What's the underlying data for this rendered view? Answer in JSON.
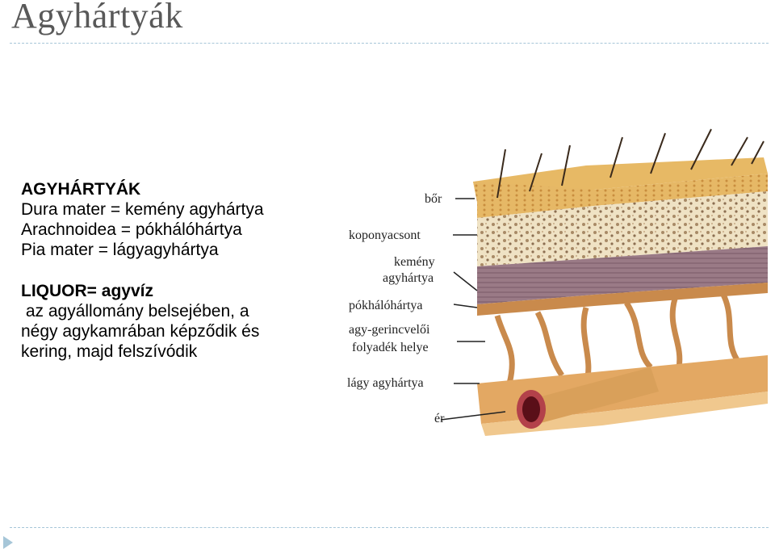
{
  "slide": {
    "title": "Agyhártyák"
  },
  "text": {
    "heading": "AGYHÁRTYÁK",
    "lines": [
      "Dura mater = kemény agyhártya",
      "Arachnoidea = pókhálóhártya",
      "Pia mater = lágyagyhártya"
    ],
    "liquor_heading": "LIQUOR= agyvíz",
    "liquor_lines": [
      " az agyállomány belsejében, a",
      "négy agykamrában képződik és",
      "kering, majd felszívódik"
    ]
  },
  "figure": {
    "labels": {
      "bor": "bőr",
      "koponyacsont": "koponyacsont",
      "kemeny_1": "kemény",
      "kemeny_2": "agyhártya",
      "pokhalo": "pókhálóhártya",
      "liquor_1": "agy-gerincvelői",
      "liquor_2": "folyadék helye",
      "lagy": "lágy agyhártya",
      "er": "ér"
    }
  },
  "colors": {
    "title": "#595959",
    "divider": "#a6c6d8"
  }
}
